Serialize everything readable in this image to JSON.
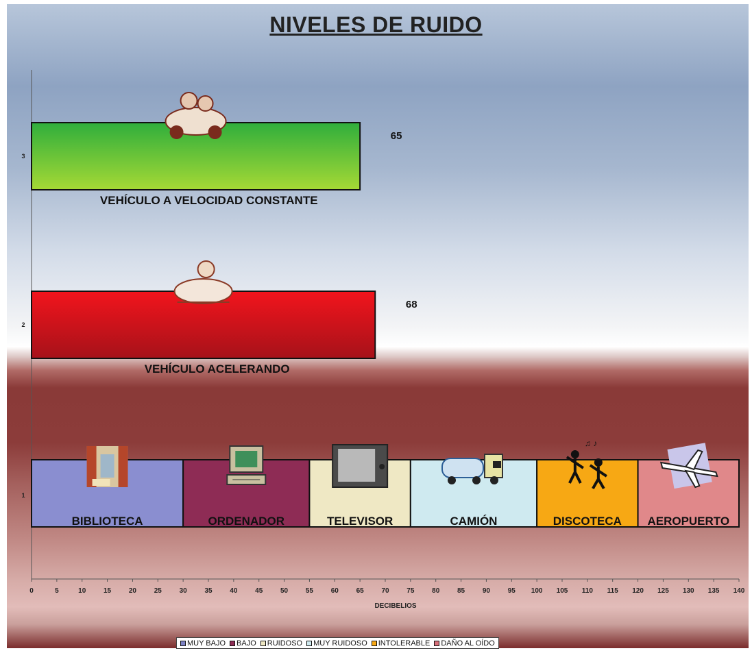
{
  "title": "NIVELES DE RUIDO",
  "chart_data": {
    "type": "bar",
    "orientation": "horizontal",
    "stacked": true,
    "title": "NIVELES DE RUIDO",
    "xlabel": "DECIBELIOS",
    "ylabel": "",
    "xlim": [
      0,
      140
    ],
    "x_ticks": [
      0,
      5,
      10,
      15,
      20,
      25,
      30,
      35,
      40,
      45,
      50,
      55,
      60,
      65,
      70,
      75,
      80,
      85,
      90,
      95,
      100,
      105,
      110,
      115,
      120,
      125,
      130,
      135,
      140
    ],
    "categories": [
      "1",
      "2",
      "3"
    ],
    "bars": [
      {
        "category": "3",
        "segments": [
          {
            "label": "VEHÍCULO A VELOCIDAD CONSTANTE",
            "start": 0,
            "end": 65,
            "color": "#5cc23e",
            "icon": "car-with-mice-icon"
          }
        ],
        "value_label": "65"
      },
      {
        "category": "2",
        "segments": [
          {
            "label": "VEHÍCULO ACELERANDO",
            "start": 0,
            "end": 68,
            "color": "#d01a1f",
            "icon": "speeding-car-icon"
          }
        ],
        "value_label": "68"
      },
      {
        "category": "1",
        "segments": [
          {
            "label": "BIBLIOTECA",
            "start": 0,
            "end": 30,
            "color": "#8a8ed0",
            "icon": "library-icon"
          },
          {
            "label": "ORDENADOR",
            "start": 30,
            "end": 55,
            "color": "#8e2c55",
            "icon": "computer-icon"
          },
          {
            "label": "TELEVISOR",
            "start": 55,
            "end": 75,
            "color": "#efe8c4",
            "icon": "television-icon"
          },
          {
            "label": "CAMIÓN",
            "start": 75,
            "end": 100,
            "color": "#cfeaf0",
            "icon": "truck-icon"
          },
          {
            "label": "DISCOTECA",
            "start": 100,
            "end": 120,
            "color": "#f7a814",
            "icon": "dancers-icon"
          },
          {
            "label": "AEROPUERTO",
            "start": 120,
            "end": 140,
            "color": "#e0888a",
            "icon": "airplane-icon"
          }
        ]
      }
    ],
    "legend": {
      "placement": "bottom",
      "items": [
        {
          "label": "MUY BAJO",
          "color": "#7d82c4"
        },
        {
          "label": "BAJO",
          "color": "#8e2c55"
        },
        {
          "label": "RUIDOSO",
          "color": "#efe8c4"
        },
        {
          "label": "MUY RUIDOSO",
          "color": "#cfeaf0"
        },
        {
          "label": "INTOLERABLE",
          "color": "#f7a814"
        },
        {
          "label": "DAÑO AL OÍDO",
          "color": "#d8707a"
        }
      ]
    },
    "grid": false
  }
}
